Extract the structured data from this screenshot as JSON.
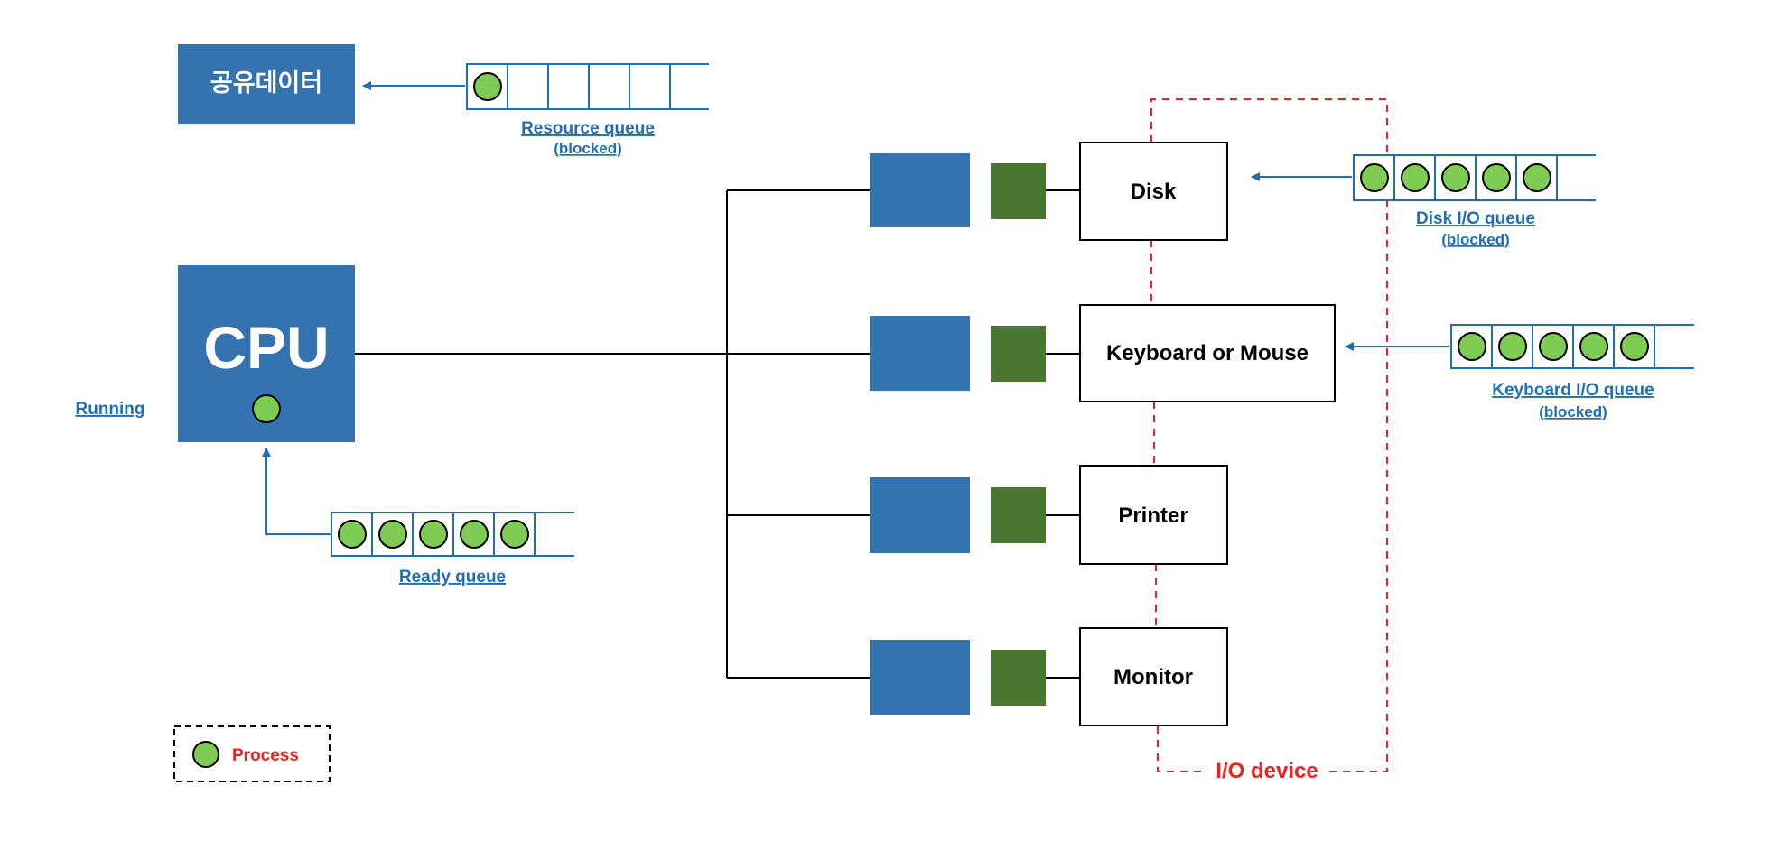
{
  "diagram": {
    "shared_data_label": "공유데이터",
    "cpu_label": "CPU",
    "running_label": "Running",
    "ready_queue": {
      "label": "Ready queue",
      "process_count": 5
    },
    "resource_queue": {
      "label": "Resource queue",
      "sublabel": "(blocked)",
      "process_count": 1
    },
    "disk_queue": {
      "label": "Disk I/O queue",
      "sublabel": "(blocked)",
      "process_count": 5
    },
    "keyboard_queue": {
      "label": "Keyboard I/O queue",
      "sublabel": "(blocked)",
      "process_count": 5
    },
    "devices": [
      {
        "label": "Disk"
      },
      {
        "label": "Keyboard or Mouse"
      },
      {
        "label": "Printer"
      },
      {
        "label": "Monitor"
      }
    ],
    "io_device_label": "I/O device",
    "legend": {
      "process_label": "Process"
    },
    "colors": {
      "blue": "#3473b0",
      "green_block": "#4a7631",
      "process_fill": "#7fcc55",
      "link_blue": "#1f6fb8",
      "io_red": "#ee2222"
    }
  }
}
